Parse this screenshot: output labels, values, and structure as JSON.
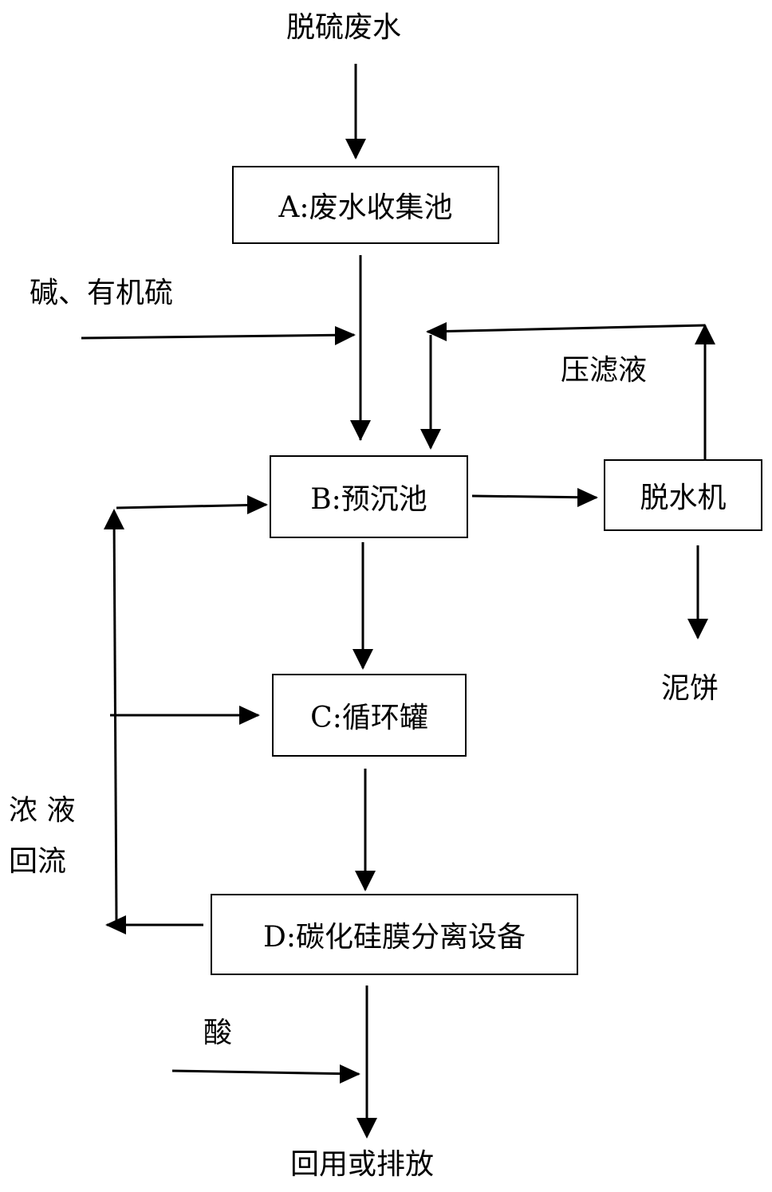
{
  "input_label": "脱硫废水",
  "reagent_label": "碱、有机硫",
  "filtrate_label": "压滤液",
  "cake_label": "泥饼",
  "reflux_line1": "浓 液",
  "reflux_line2": "回流",
  "acid_label": "酸",
  "output_label": "回用或排放",
  "boxes": {
    "a": "A:废水收集池",
    "b": "B:预沉池",
    "dewater": "脱水机",
    "c": "C:循环罐",
    "d": "D:碳化硅膜分离设备"
  }
}
